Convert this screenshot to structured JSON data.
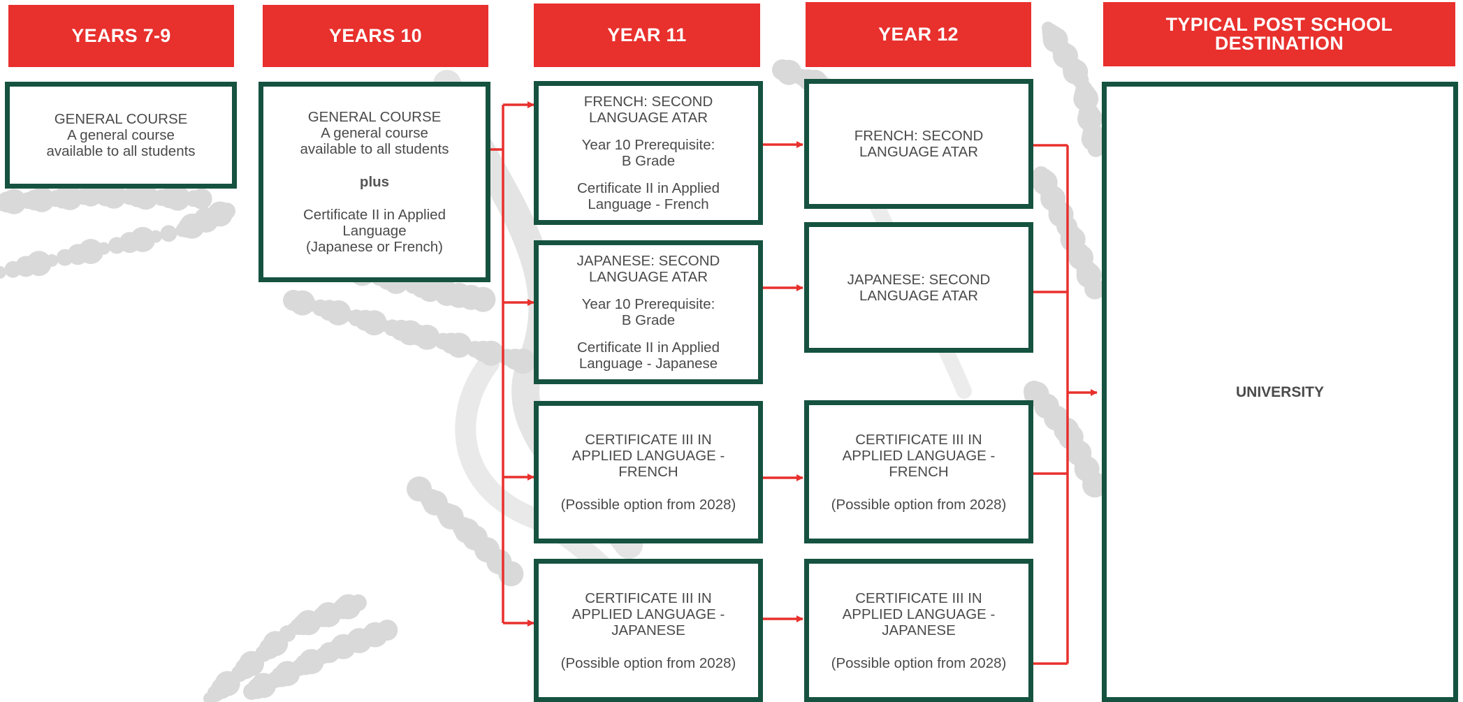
{
  "headers": {
    "y79": "YEARS 7-9",
    "y10": "YEARS 10",
    "y11": "YEAR 11",
    "y12": "YEAR 12",
    "dest_line1": "TYPICAL POST SCHOOL",
    "dest_line2": "DESTINATION"
  },
  "y79_box": {
    "title": "GENERAL COURSE",
    "line2": "A general course",
    "line3": "available to all students"
  },
  "y10_box": {
    "title": "GENERAL COURSE",
    "line2": "A general course",
    "line3": "available to all students",
    "plus": "plus",
    "cert1": "Certificate II in Applied",
    "cert2": "Language",
    "cert3": "(Japanese or French)"
  },
  "y11": {
    "french": {
      "t1": "FRENCH: SECOND",
      "t2": "LANGUAGE ATAR",
      "p1": "Year 10 Prerequisite:",
      "p2": "B Grade",
      "c1": "Certificate II in Applied",
      "c2": "Language - French"
    },
    "japanese": {
      "t1": "JAPANESE: SECOND",
      "t2": "LANGUAGE ATAR",
      "p1": "Year 10 Prerequisite:",
      "p2": "B Grade",
      "c1": "Certificate II in Applied",
      "c2": "Language - Japanese"
    },
    "cert_french": {
      "t1": "CERTIFICATE III IN",
      "t2": "APPLIED LANGUAGE -",
      "t3": "FRENCH",
      "note": "(Possible option from 2028)"
    },
    "cert_japanese": {
      "t1": "CERTIFICATE III IN",
      "t2": "APPLIED LANGUAGE -",
      "t3": "JAPANESE",
      "note": "(Possible option from 2028)"
    }
  },
  "y12": {
    "french": {
      "t1": "FRENCH: SECOND",
      "t2": "LANGUAGE ATAR"
    },
    "japanese": {
      "t1": "JAPANESE: SECOND",
      "t2": "LANGUAGE ATAR"
    },
    "cert_french": {
      "t1": "CERTIFICATE III IN",
      "t2": "APPLIED LANGUAGE -",
      "t3": "FRENCH",
      "note": "(Possible option from 2028)"
    },
    "cert_japanese": {
      "t1": "CERTIFICATE III IN",
      "t2": "APPLIED LANGUAGE -",
      "t3": "JAPANESE",
      "note": "(Possible option from 2028)"
    }
  },
  "destination": {
    "label": "UNIVERSITY"
  },
  "colors": {
    "header_red": "#e8302d",
    "box_border_green": "#15523f",
    "arrow_red": "#e8302d",
    "text_grey": "#4a4a4a",
    "pattern_grey": "#d6d6d6"
  }
}
